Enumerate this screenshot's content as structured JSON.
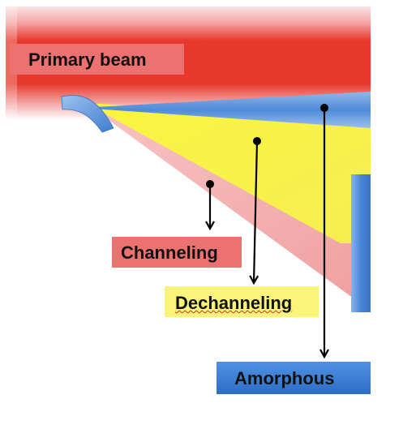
{
  "labels": {
    "primary_beam": "Primary beam",
    "channeling": "Channeling",
    "dechanneling": "Dechanneling",
    "amorphous": "Amorphous"
  },
  "colors": {
    "primary_beam_band": "#e8382c",
    "primary_beam_label_bg": "#ec7272",
    "channeling_region": "#f2a0a0",
    "channeling_label_bg": "#ec7272",
    "dechanneling_region": "#f6f33a",
    "dechanneling_label_bg": "#fbf47a",
    "amorphous_region": "#5a93dc",
    "amorphous_label_bg": "#3f80d8",
    "crystal": "#5a93dc",
    "arrows": "#000000"
  }
}
